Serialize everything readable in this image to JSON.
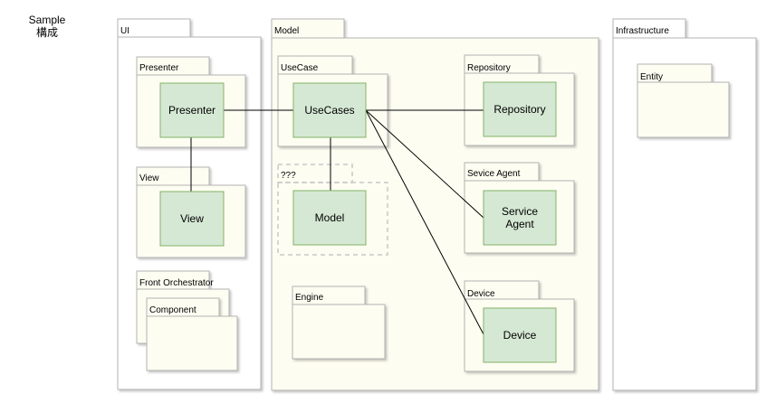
{
  "title": {
    "line1": "Sample",
    "line2": "構成"
  },
  "packages": {
    "ui": "UI",
    "model": "Model",
    "infrastructure": "Infrastructure",
    "presenter": "Presenter",
    "view": "View",
    "front_orchestrator": "Front Orchestrator",
    "component": "Component",
    "usecase": "UseCase",
    "unknown": "???",
    "engine": "Engine",
    "repository": "Repository",
    "service_agent": "Sevice Agent",
    "device": "Device",
    "entity": "Entity"
  },
  "nodes": {
    "presenter": "Presenter",
    "view": "View",
    "usecases": "UseCases",
    "model": "Model",
    "repository": "Repository",
    "service_agent_line1": "Service",
    "service_agent_line2": "Agent",
    "device": "Device"
  },
  "colors": {
    "package_fill_light": "#ffffff",
    "package_fill_cream": "#fefdf2",
    "package_border": "#b3b3b3",
    "node_fill": "#d5e8d4",
    "node_border": "#82b366",
    "dashed_border": "#c8c8c8",
    "connector": "#000000"
  }
}
